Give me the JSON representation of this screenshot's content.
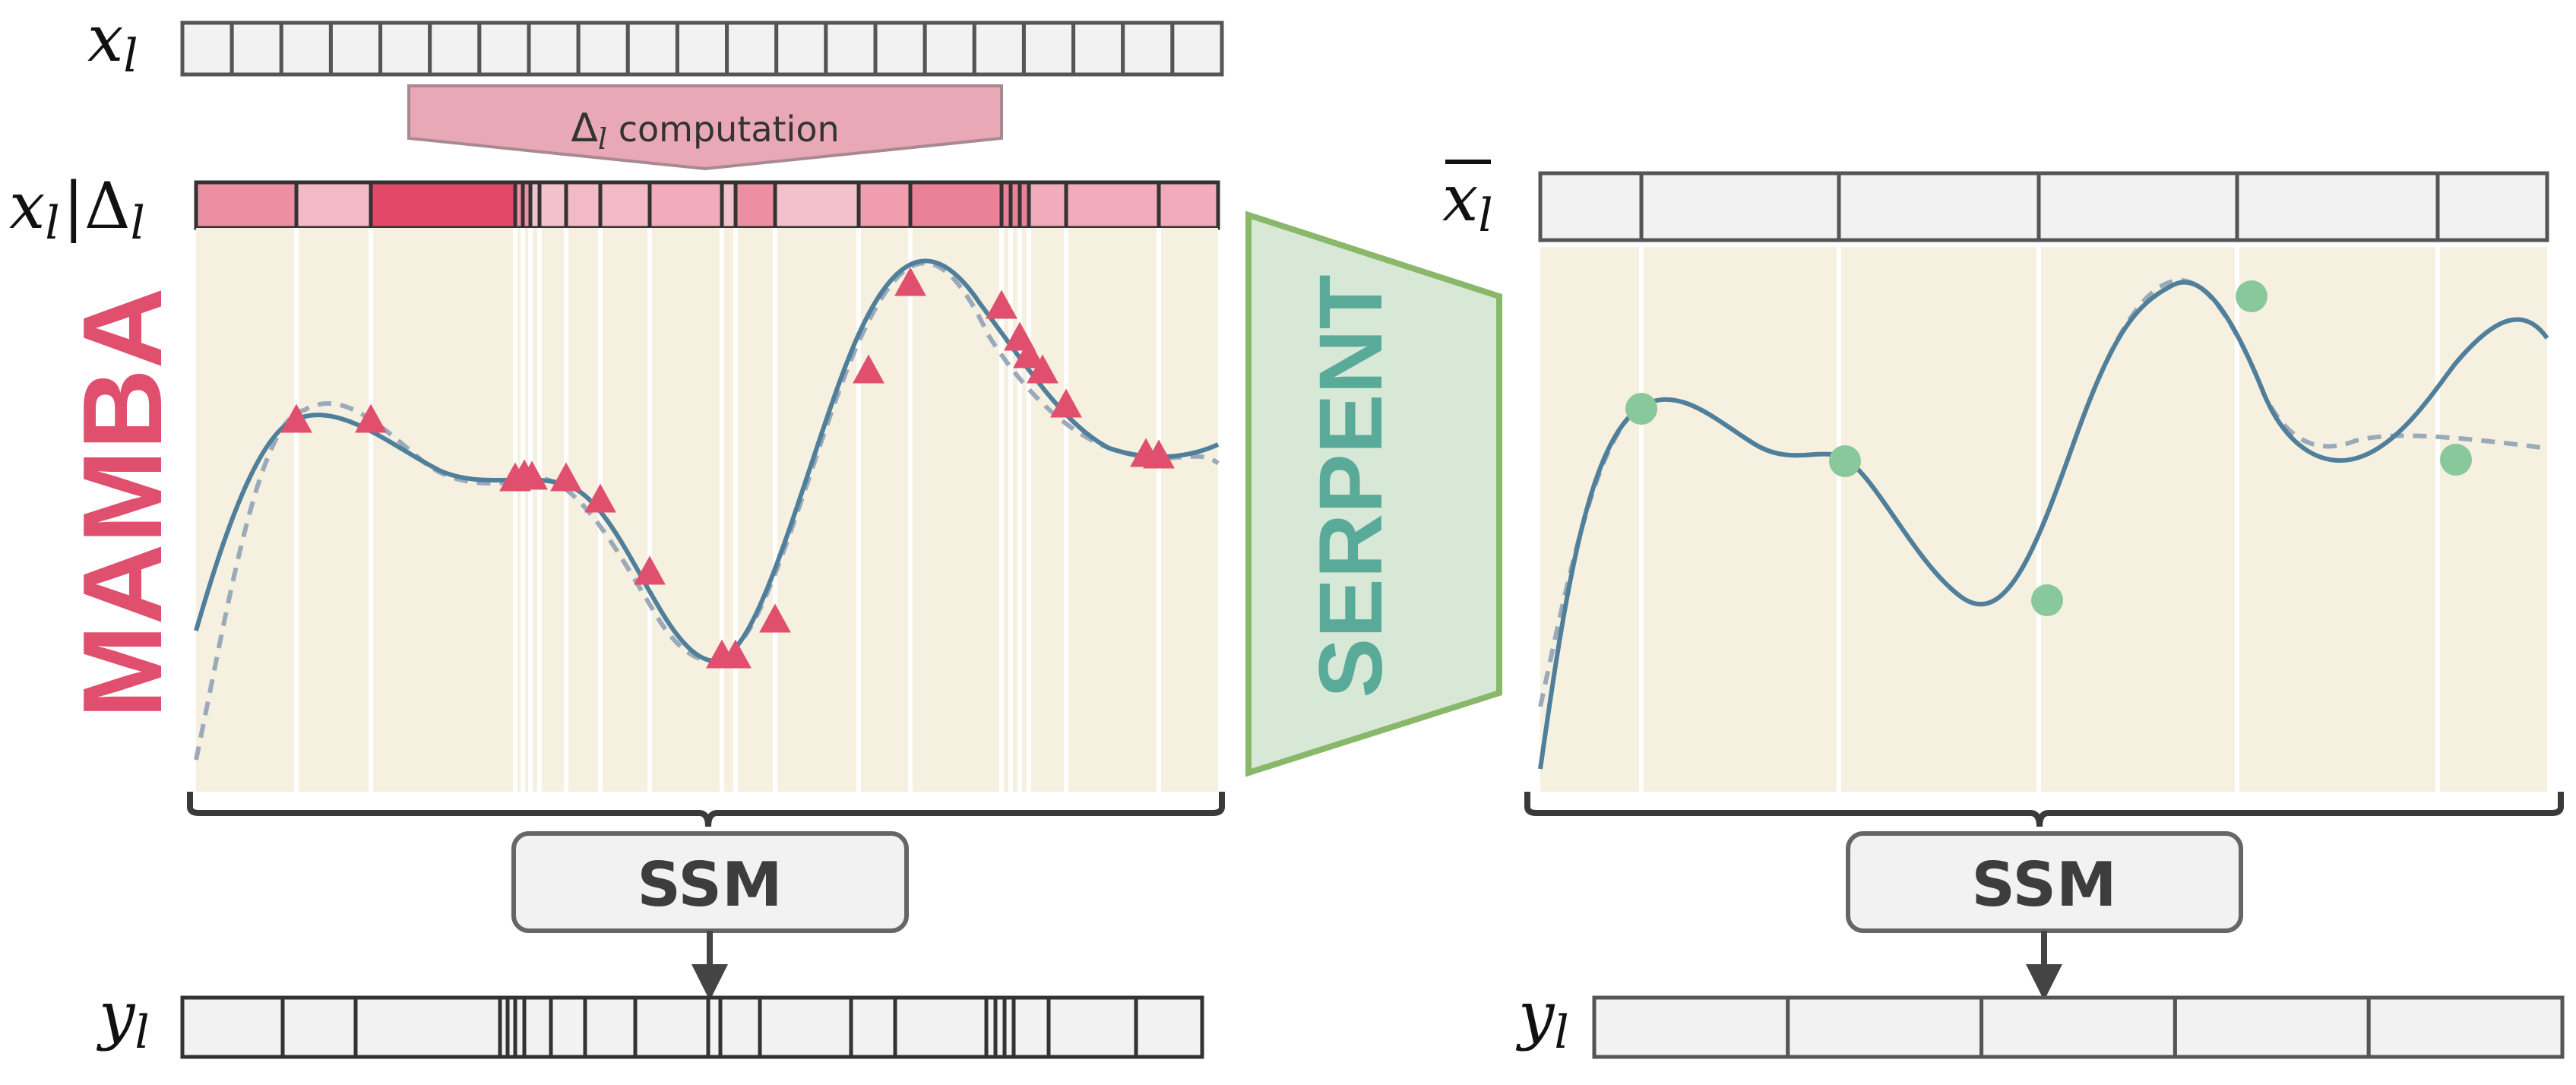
{
  "labels": {
    "x_input": "x",
    "x_input_sub": "l",
    "delta_comp_symbol": "Δ",
    "delta_comp_sub": "l",
    "delta_comp_text": " computation",
    "xd_x": "x",
    "xd_x_sub": "l",
    "xd_sep": "|",
    "xd_delta": "Δ",
    "xd_delta_sub": "l",
    "mamba": "MAMBA",
    "serpent": "SERPENT",
    "xbar": "x",
    "xbar_sub": "l",
    "ssm_left": "SSM",
    "ssm_right": "SSM",
    "y_left": "y",
    "y_left_sub": "l",
    "y_right": "y",
    "y_right_sub": "l"
  },
  "colors": {
    "mamba": "#e0506e",
    "serpent": "#5aaa9a",
    "serpent_fill": "#d8e8d6",
    "serpent_stroke": "#8ab86a",
    "plot_bg": "#f6f0e0",
    "curve": "#4f7f9a",
    "dashed": "#9aaabb",
    "circle": "#88c89a",
    "delta_box": "#e8a8b6",
    "cell": "#f2f2f2",
    "border": "#555555"
  },
  "mamba_delta_intensity": [
    0.5,
    0.2,
    1.0,
    0.5,
    0.5,
    0.15,
    0.15,
    0.2,
    0.2,
    0.3,
    0.15,
    0.5,
    0.15,
    0.4,
    0.6,
    0.6,
    0.6,
    0.6,
    0.3,
    0.3,
    0.3
  ]
}
